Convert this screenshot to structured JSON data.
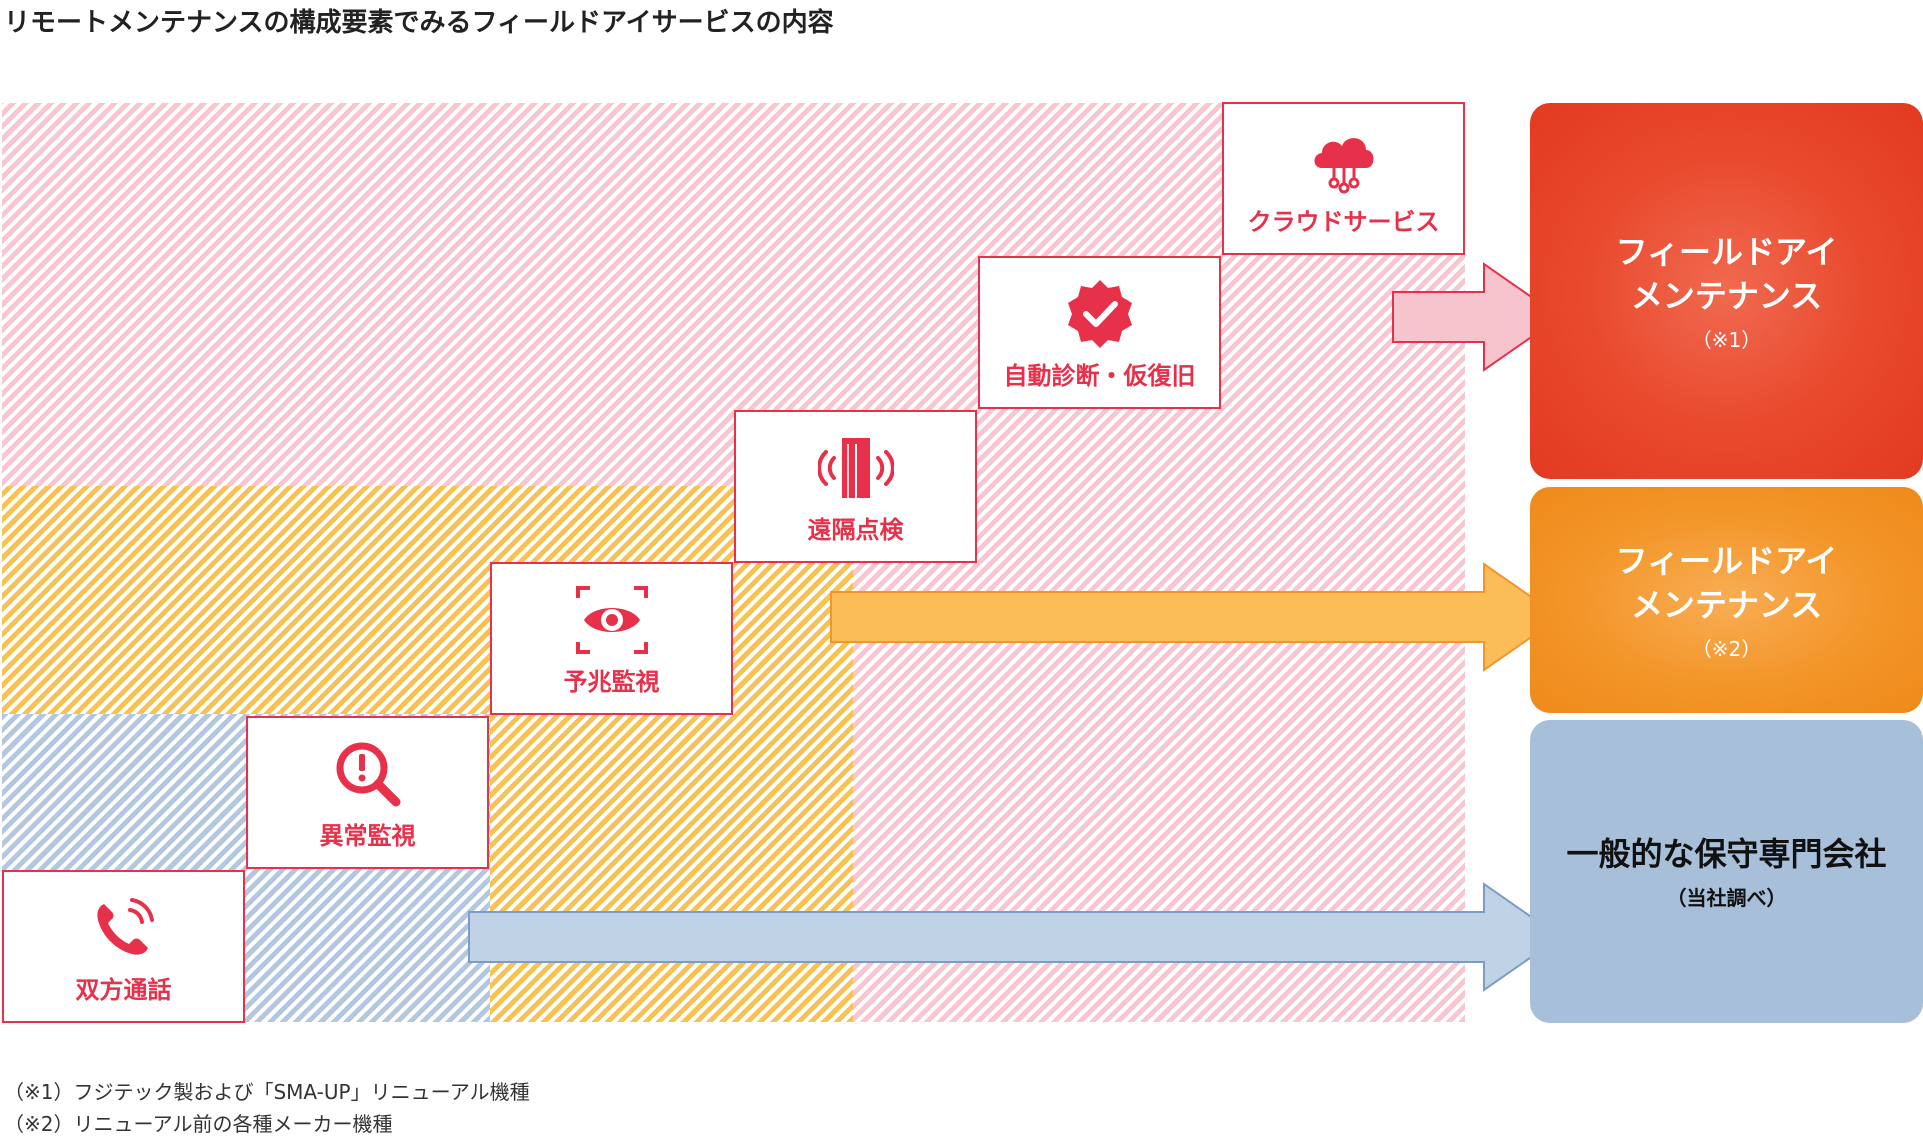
{
  "title": "リモートメンテナンスの構成要素でみるフィールドアイサービスの内容",
  "steps": [
    {
      "label": "双方通話",
      "icon": "phone-icon"
    },
    {
      "label": "異常監視",
      "icon": "alert-search-icon"
    },
    {
      "label": "予兆監視",
      "icon": "eye-scan-icon"
    },
    {
      "label": "遠隔点検",
      "icon": "elevator-signal-icon"
    },
    {
      "label": "自動診断・仮復旧",
      "icon": "check-badge-icon"
    },
    {
      "label": "クラウドサービス",
      "icon": "cloud-network-icon"
    }
  ],
  "results": [
    {
      "name_line1": "フィールドアイ",
      "name_line2": "メンテナンス",
      "note": "（※1）",
      "color": "#e63f28"
    },
    {
      "name_line1": "フィールドアイ",
      "name_line2": "メンテナンス",
      "note": "（※2）",
      "color": "#f39528"
    },
    {
      "name_line1": "一般的な保守専門会社",
      "note": "（当社調べ）",
      "color": "#a7bfd9"
    }
  ],
  "colors": {
    "accent_red": "#e7304a",
    "hatch_pink": "#f7c6d0",
    "hatch_orange": "#f6c253",
    "hatch_blue": "#b3c8e0",
    "arrow_pink": "#f7c3cd",
    "arrow_orange": "#fbbd58",
    "arrow_blue": "#c0d2e6"
  },
  "footnotes": [
    "（※1）フジテック製および「SMA-UP」リニューアル機種",
    "（※2）リニューアル前の各種メーカー機種"
  ]
}
